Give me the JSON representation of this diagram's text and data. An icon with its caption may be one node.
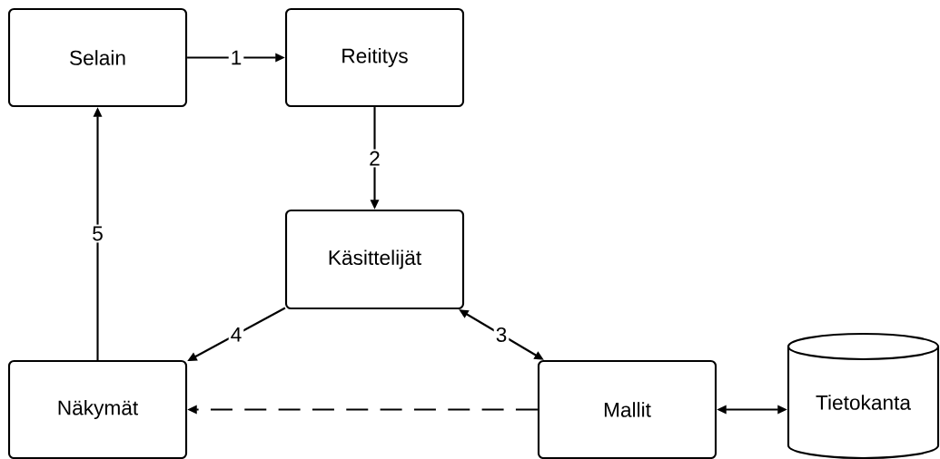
{
  "diagram": {
    "nodes": [
      {
        "text": [
          "Selain"
        ]
      },
      {
        "text": [
          "Reititys"
        ]
      },
      {
        "text": [
          "Käsittelijät"
        ]
      },
      {
        "text": [
          "Näkymät"
        ]
      },
      {
        "text": [
          "Mallit"
        ]
      },
      {
        "text": [
          "Tietokanta"
        ]
      }
    ],
    "edges": [
      {
        "from": 0,
        "to": 1,
        "arrow": "to",
        "label": "1"
      },
      {
        "from": 1,
        "to": 2,
        "arrow": "to",
        "label": "2"
      },
      {
        "from": 2,
        "to": 4,
        "arrow": "both",
        "label": "3"
      },
      {
        "from": 2,
        "to": 3,
        "arrow": "to",
        "label": "4"
      },
      {
        "from": 3,
        "to": 0,
        "arrow": "to",
        "label": "5"
      },
      {
        "from": 4,
        "to": 3,
        "arrow": "to",
        "style": "dashed"
      },
      {
        "from": 4,
        "to": 5,
        "arrow": "both"
      }
    ]
  }
}
